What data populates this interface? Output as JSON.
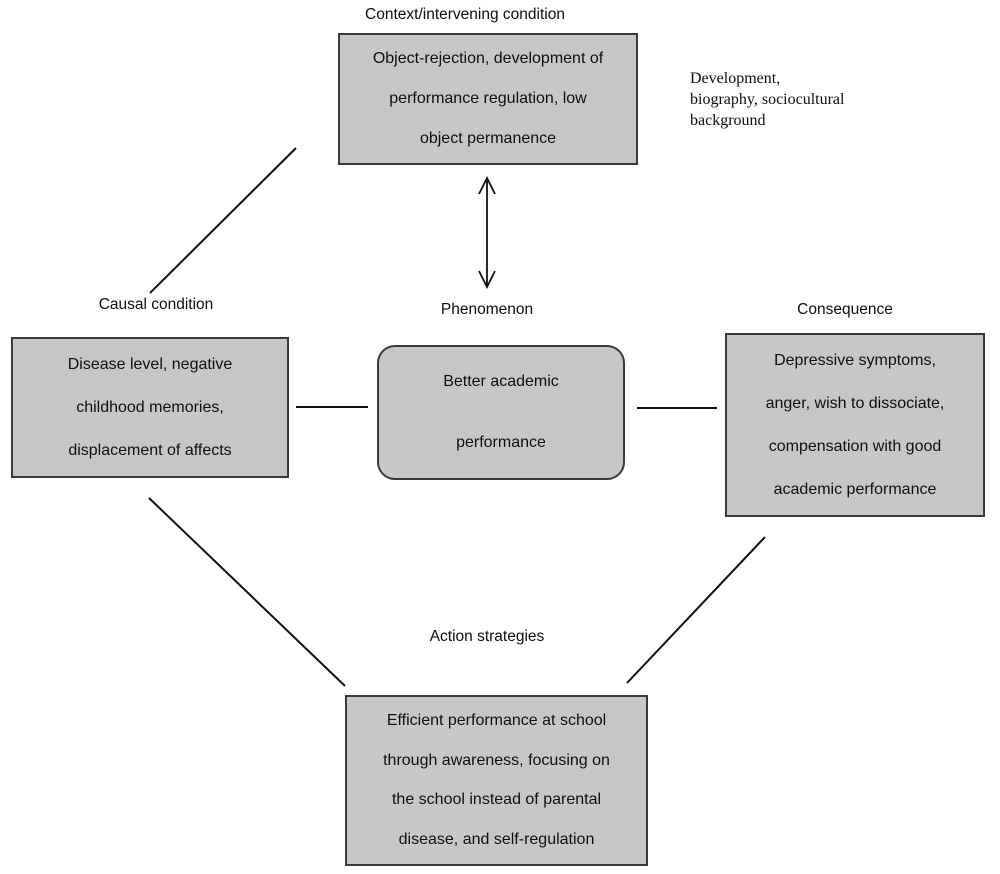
{
  "colors": {
    "box_fill": "#c7c7c7",
    "box_border": "#3a3a3a",
    "line": "#111111",
    "background": "#ffffff"
  },
  "context": {
    "label": "Context/intervening condition",
    "lines": [
      "Object-rejection, development of",
      "performance regulation, low",
      "object permanence"
    ]
  },
  "side_note": {
    "lines": [
      "Development,",
      "biography, sociocultural",
      "background"
    ]
  },
  "phenomenon": {
    "label": "Phenomenon",
    "lines": [
      "Better academic",
      "performance"
    ]
  },
  "causal": {
    "label": "Causal condition",
    "lines": [
      "Disease level, negative",
      "childhood memories,",
      "displacement of affects"
    ]
  },
  "consequence": {
    "label": "Consequence",
    "lines": [
      "Depressive symptoms,",
      "anger, wish to dissociate,",
      "compensation with good",
      "academic performance"
    ]
  },
  "action": {
    "label": "Action strategies",
    "lines": [
      "Efficient performance at school",
      "through awareness, focusing on",
      "the school instead of parental",
      "disease, and self-regulation"
    ]
  }
}
